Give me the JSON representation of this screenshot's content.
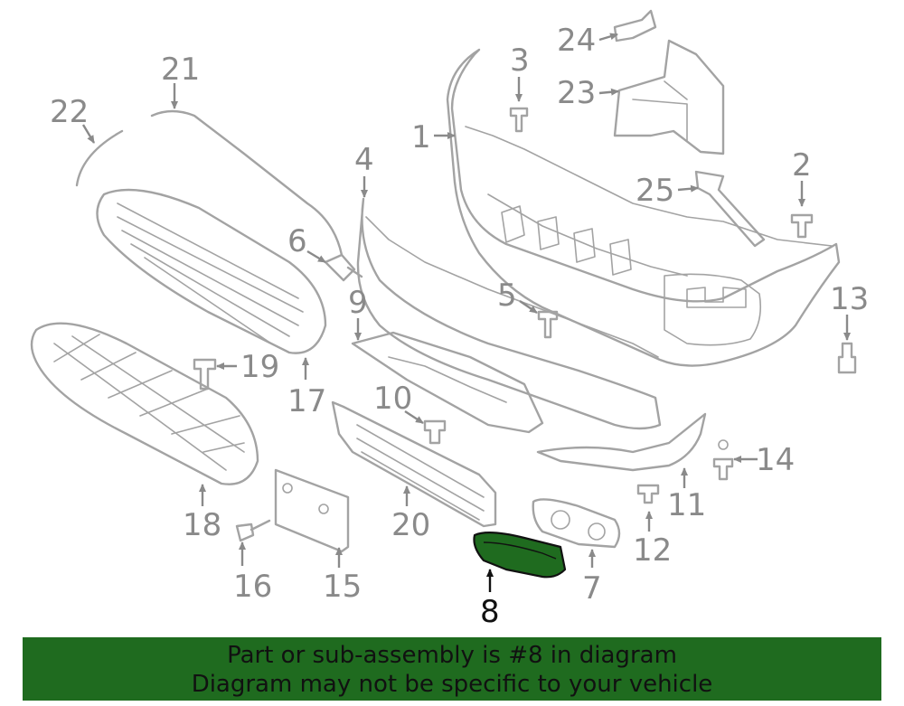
{
  "diagram": {
    "selected_part": "8",
    "highlight_color": "#1f6b1f",
    "callouts": [
      "1",
      "2",
      "3",
      "4",
      "5",
      "6",
      "7",
      "8",
      "9",
      "10",
      "11",
      "12",
      "13",
      "14",
      "15",
      "16",
      "17",
      "18",
      "19",
      "20",
      "21",
      "22",
      "23",
      "24",
      "25"
    ]
  },
  "banner": {
    "line1": "Part or sub-assembly is #8 in diagram",
    "line2": "Diagram may not be specific to your vehicle",
    "background": "#1f6b1f"
  }
}
